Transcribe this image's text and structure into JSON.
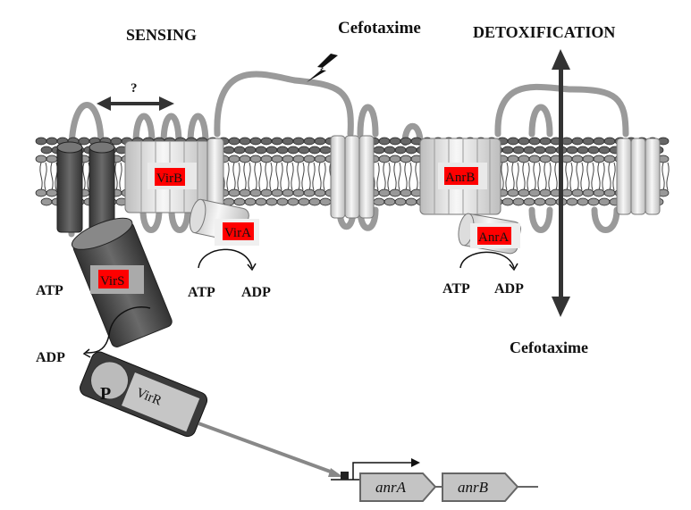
{
  "labels": {
    "sensing": "SENSING",
    "detoxification": "DETOXIFICATION",
    "cefotaxime_top": "Cefotaxime",
    "cefotaxime_bottom": "Cefotaxime",
    "question": "?"
  },
  "proteins": {
    "virB": "VirB",
    "virA": "VirA",
    "virS": "VirS",
    "anrB": "AnrB",
    "anrA": "AnrA",
    "virR": "VirR",
    "phospho": "P"
  },
  "reactions": {
    "virS_atp": "ATP",
    "virS_adp": "ADP",
    "virA_atp": "ATP",
    "virA_adp": "ADP",
    "anrA_atp": "ATP",
    "anrA_adp": "ADP"
  },
  "genes": {
    "anrA": "anrA",
    "anrB": "anrB"
  },
  "colors": {
    "label_highlight": "#ff0000",
    "membrane": "#555555",
    "loop": "#999999",
    "dark_protein": "#4a4a4a",
    "light_protein": "#e6e6e6"
  }
}
